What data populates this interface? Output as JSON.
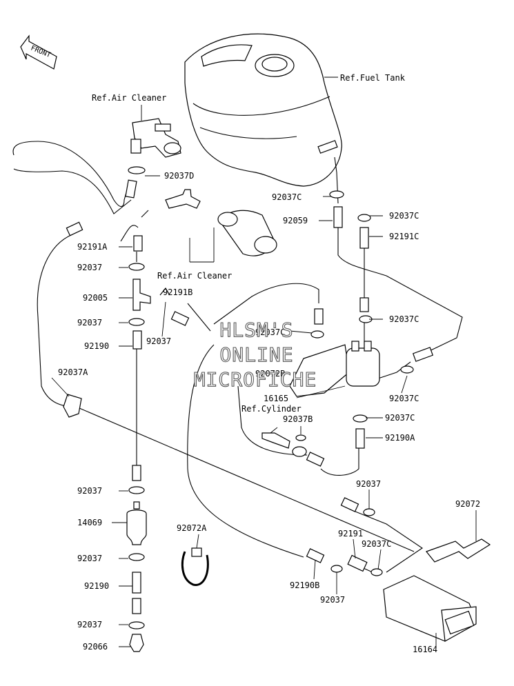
{
  "front_label": "FRONT",
  "refs": {
    "air_cleaner_top": "Ref.Air Cleaner",
    "fuel_tank": "Ref.Fuel Tank",
    "air_cleaner_mid": "Ref.Air Cleaner",
    "cylinder": "Ref.Cylinder"
  },
  "parts": {
    "p92037D": "92037D",
    "p92037C_a": "92037C",
    "p92059": "92059",
    "p92037C_b": "92037C",
    "p92191C": "92191C",
    "p92191A": "92191A",
    "p92037_a": "92037",
    "p92005": "92005",
    "p92191B": "92191B",
    "p92037_b": "92037",
    "p92037_c": "92037",
    "p92037C_c": "92037C",
    "p92190_a": "92190",
    "p92037C_d": "92037C",
    "p92072B": "92072B",
    "p92037A": "92037A",
    "p16165": "16165",
    "p92037C_e": "92037C",
    "p92037B": "92037B",
    "p92037C_f": "92037C",
    "p92190A": "92190A",
    "p92037_d": "92037",
    "p92037_e": "92037",
    "p14069": "14069",
    "p92072A": "92072A",
    "p92072": "92072",
    "p92191": "92191",
    "p92037C_g": "92037C",
    "p92037_f": "92037",
    "p92190B": "92190B",
    "p92190_b": "92190",
    "p92037_g": "92037",
    "p92037_h": "92037",
    "p92066": "92066",
    "p16164": "16164"
  },
  "watermark": [
    "HLSM'S",
    "ONLINE",
    "MICROFICHE"
  ]
}
